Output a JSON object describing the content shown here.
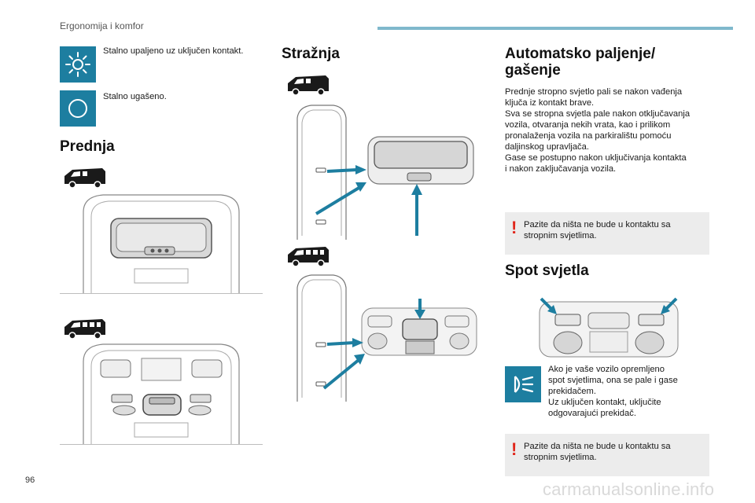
{
  "header": {
    "section": "Ergonomija i komfor",
    "accent_color": "#7fb8cc"
  },
  "left": {
    "items": [
      {
        "icon": "sun-icon",
        "text": "Stalno upaljeno uz uključen kontakt."
      },
      {
        "icon": "circle-off-icon",
        "text": "Stalno ugašeno."
      }
    ],
    "front_heading": "Prednja"
  },
  "middle": {
    "rear_heading": "Stražnja"
  },
  "right": {
    "auto_heading_line1": "Automatsko paljenje/",
    "auto_heading_line2": "gašenje",
    "auto_lines": [
      "Prednje stropno svjetlo pali se nakon vađenja",
      "ključa iz kontakt brave.",
      "Sva se stropna svjetla pale nakon otključavanja",
      "vozila, otvaranja nekih vrata, kao i prilikom",
      "pronalaženja vozila na parkiralištu pomoću",
      "daljinskog upravljača.",
      "Gase se postupno nakon uključivanja kontakta",
      "i nakon zaključavanja vozila."
    ],
    "warning1_lines": [
      "Pazite da ništa ne bude u kontaktu sa",
      "stropnim svjetlima."
    ],
    "spot_heading": "Spot svjetla",
    "spot_lines": [
      "Ako je vaše vozilo opremljeno",
      "spot svjetlima, ona se pale i gase",
      "prekidačem.",
      "Uz uključen kontakt, uključite",
      "odgovarajući prekidač."
    ],
    "warning2_lines": [
      "Pazite da ništa ne bude u kontaktu sa",
      "stropnim svjetlima."
    ]
  },
  "footer": {
    "page_number": "96",
    "watermark": "carmanualsonline.info"
  },
  "colors": {
    "icon_blue": "#1d7ea0",
    "warning_red": "#e0261b",
    "warning_bg": "#ececec"
  }
}
